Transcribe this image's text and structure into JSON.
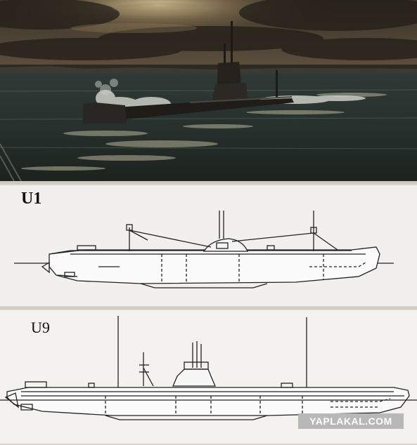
{
  "painting": {
    "description_tag": "ship-on-moonlit-sea"
  },
  "drawings": {
    "u1": {
      "label": "U1"
    },
    "u9": {
      "label": "U9"
    }
  },
  "watermark": {
    "text": "YAPLAKAL.COM"
  }
}
